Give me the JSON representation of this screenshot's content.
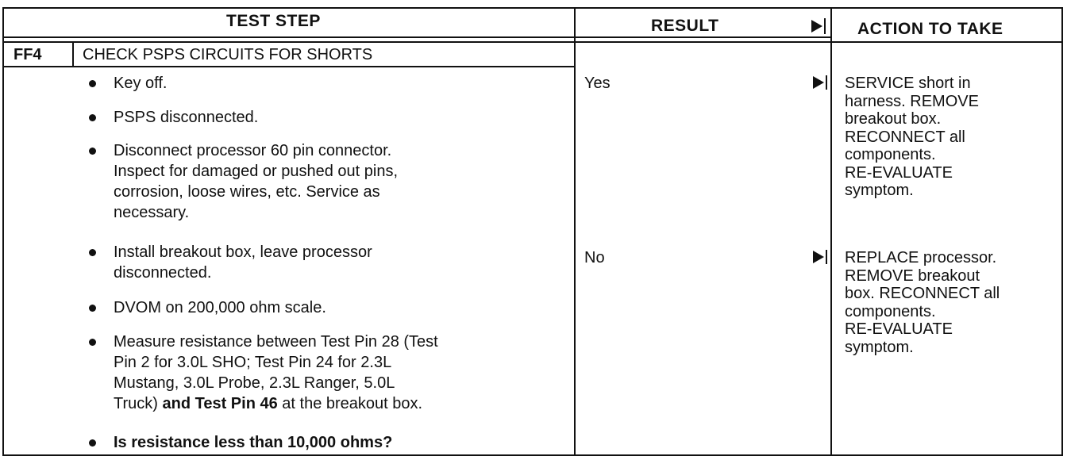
{
  "header": {
    "test_step": "TEST STEP",
    "result": "RESULT",
    "action": "ACTION TO TAKE"
  },
  "step": {
    "code": "FF4",
    "title": "CHECK PSPS CIRCUITS FOR SHORTS"
  },
  "bullets": [
    {
      "lines": [
        "Key off."
      ]
    },
    {
      "lines": [
        "PSPS disconnected."
      ]
    },
    {
      "lines": [
        "Disconnect processor 60 pin connector.",
        "Inspect for damaged or pushed out pins,",
        "corrosion, loose wires, etc. Service as",
        "necessary."
      ]
    },
    {
      "lines": [
        "Install breakout box, leave processor",
        "disconnected."
      ]
    },
    {
      "lines": [
        "DVOM on 200,000 ohm scale."
      ]
    },
    {
      "lines": [
        "Measure resistance between Test Pin 28 (Test",
        "Pin 2 for 3.0L SHO; Test Pin 24 for 2.3L",
        "Mustang, 3.0L Probe, 2.3L Ranger, 5.0L"
      ],
      "last_pre": "Truck) ",
      "last_bold": "and Test Pin 46",
      "last_post": " at the breakout box."
    },
    {
      "lines": [
        "Is resistance less than 10,000 ohms?"
      ],
      "bold": true
    }
  ],
  "results": [
    {
      "label": "Yes",
      "action": "SERVICE short in\nharness. REMOVE\nbreakout box.\nRECONNECT all\ncomponents.\nRE-EVALUATE\nsymptom."
    },
    {
      "label": "No",
      "action": "REPLACE processor.\nREMOVE breakout\nbox. RECONNECT all\ncomponents.\nRE-EVALUATE\nsymptom."
    }
  ]
}
